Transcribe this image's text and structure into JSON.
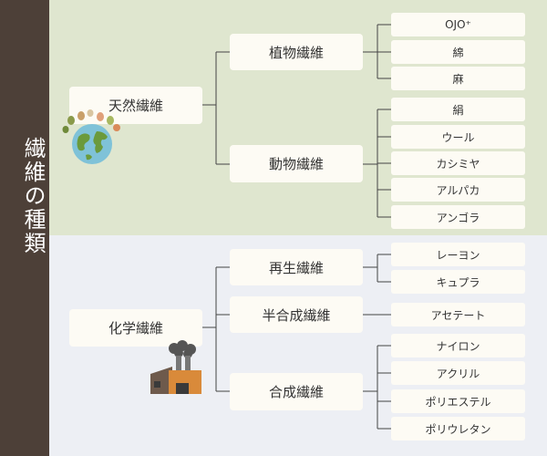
{
  "title": "繊維の種類",
  "categories": [
    {
      "label": "天然繊維",
      "illustration": "globe-with-plants-icon",
      "subgroups": [
        {
          "label": "植物繊維",
          "items": [
            "OJO⁺",
            "綿",
            "麻"
          ]
        },
        {
          "label": "動物繊維",
          "items": [
            "絹",
            "ウール",
            "カシミヤ",
            "アルパカ",
            "アンゴラ"
          ]
        }
      ]
    },
    {
      "label": "化学繊維",
      "illustration": "factory-with-smoke-icon",
      "subgroups": [
        {
          "label": "再生繊維",
          "items": [
            "レーヨン",
            "キュプラ"
          ]
        },
        {
          "label": "半合成繊維",
          "items": [
            "アセテート"
          ]
        },
        {
          "label": "合成繊維",
          "items": [
            "ナイロン",
            "アクリル",
            "ポリエステル",
            "ポリウレタン"
          ]
        }
      ]
    }
  ],
  "colors": {
    "sidebar": "#4d4038",
    "natural_band": "#dfe6cf",
    "chemical_band": "#edeff4",
    "box": "#fdfbf4",
    "connector": "#444444"
  }
}
